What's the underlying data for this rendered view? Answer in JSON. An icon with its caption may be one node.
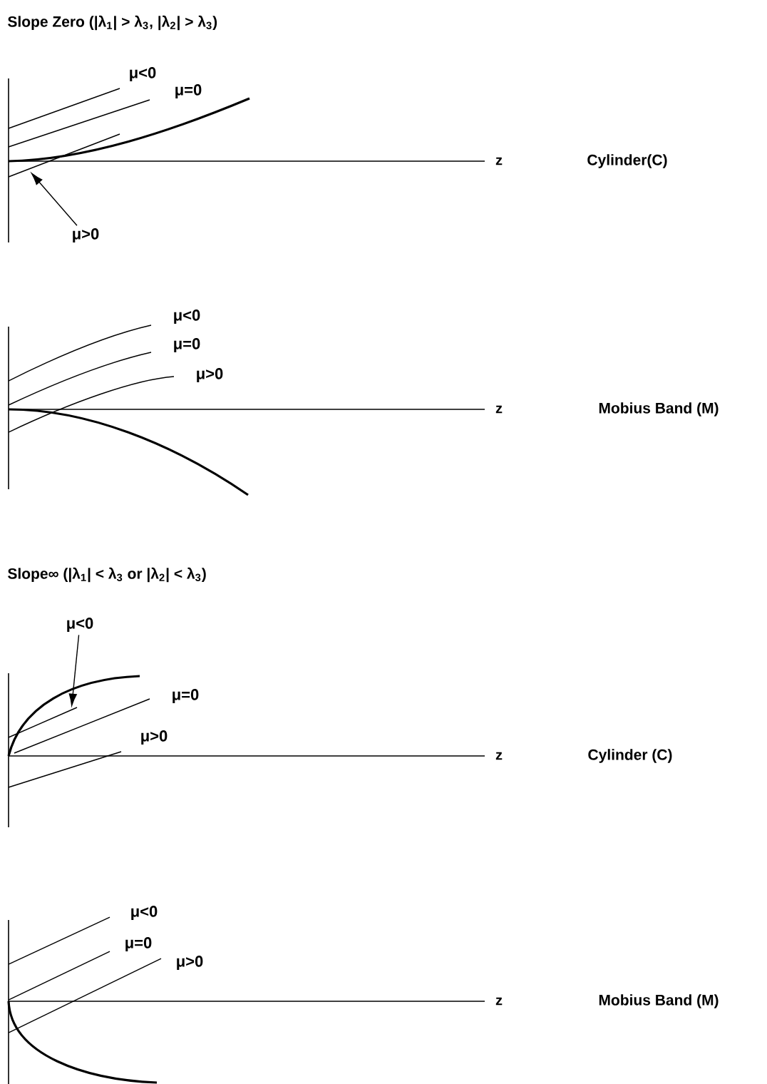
{
  "diagram": {
    "nodes": [
      {
        "text": [
          "μ>0"
        ]
      },
      {
        "text": [
          "μ<0"
        ]
      },
      {
        "text": [],
        "shape": "line"
      },
      {
        "text": [],
        "shape": "line"
      }
    ],
    "edges": [
      {
        "from": 0,
        "to": 2,
        "arrow": "to"
      },
      {
        "from": 1,
        "to": 3,
        "arrow": "to"
      }
    ],
    "labels": [
      "Slope Zero (|λ$_{1}$| > λ$_{3}$, |λ$_{2}$| > λ$_{3}$)",
      "μ<0",
      "μ=0",
      "z",
      "Cylinder(C)",
      "μ<0",
      "μ=0",
      "μ>0",
      "z",
      "Mobius Band (M)",
      "Slope∞ (|λ$_{1}$| < λ$_{3}$ or |λ$_{2}$| < λ$_{3}$)",
      "μ=0",
      "μ>0",
      "z",
      "Cylinder (C)",
      "μ<0",
      "μ=0",
      "μ>0",
      "z",
      "Mobius Band (M)"
    ]
  }
}
